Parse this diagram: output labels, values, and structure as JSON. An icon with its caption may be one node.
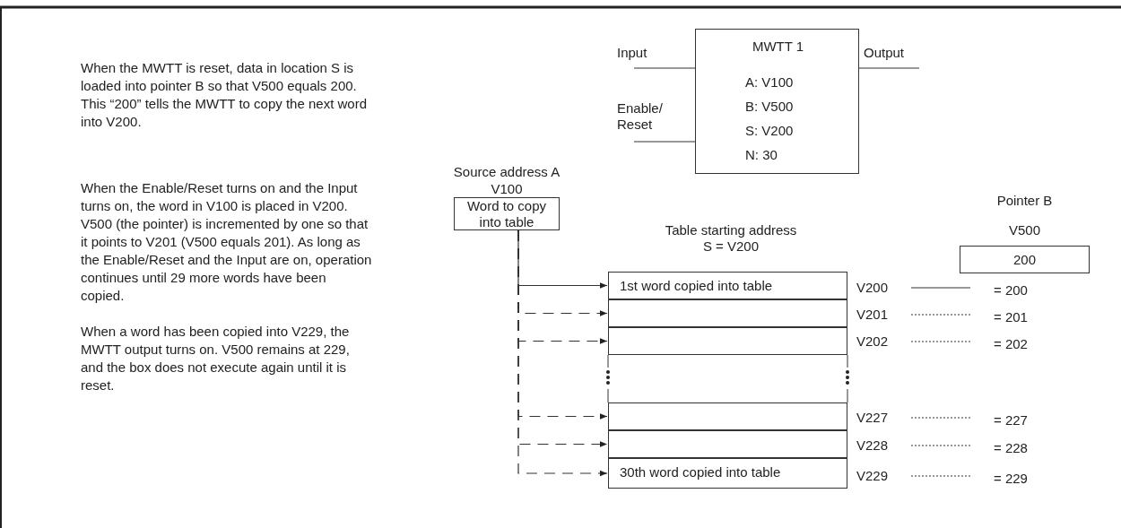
{
  "diagram": {
    "nodes": [
      {
        "text": [
          "MWTT 1",
          "A: V100",
          "B: V500",
          "S: V200",
          "N: 30"
        ]
      },
      {
        "text": [
          "Input"
        ]
      },
      {
        "text": [
          "Enable/ Reset"
        ]
      },
      {
        "text": [
          "Output"
        ]
      },
      {
        "text": [
          "Word to copy into table"
        ],
        "beside": [
          "Source address A",
          "V100"
        ]
      },
      {
        "text": [
          "200"
        ],
        "beside": [
          "Pointer B",
          "V500"
        ]
      },
      {
        "text": [
          "1st word copied into table"
        ]
      },
      {
        "text": [],
        "shape": "box"
      },
      {
        "text": [],
        "shape": "box"
      },
      {
        "text": [],
        "shape": "box"
      },
      {
        "text": [],
        "shape": "box"
      },
      {
        "text": [
          "30th word copied into table"
        ]
      }
    ],
    "edges": [
      {
        "from": 1,
        "to": 0,
        "arrow": "none"
      },
      {
        "from": 2,
        "to": 0,
        "arrow": "none"
      },
      {
        "from": 0,
        "to": 3,
        "arrow": "none"
      },
      {
        "from": 4,
        "to": 6,
        "arrow": "to"
      },
      {
        "from": 4,
        "to": 7,
        "arrow": "to",
        "style": "dashed"
      },
      {
        "from": 4,
        "to": 8,
        "arrow": "to",
        "style": "dashed"
      },
      {
        "from": 4,
        "to": 9,
        "arrow": "to",
        "style": "dashed"
      },
      {
        "from": 4,
        "to": 10,
        "arrow": "to",
        "style": "dashed"
      },
      {
        "from": 4,
        "to": 11,
        "arrow": "to",
        "style": "dashed"
      }
    ],
    "labels": [
      "When the MWTT is reset, data in location S is loaded into pointer B so that V500 equals 200. This “200” tells the MWTT to copy the next word into V200.",
      "When the Enable/Reset turns on and the Input turns on, the word in V100 is placed in V200. V500 (the pointer) is incremented by one so that it points to V201 (V500 equals 201). As long as the Enable/Reset and the Input are on, operation continues until 29 more words have been copied.",
      "When a word has been copied into V229, the MWTT output turns on. V500 remains at 229, and the box does not execute again until it is reset.",
      "Table starting address S = V200",
      "V200",
      "= 200",
      "V201",
      "= 201",
      "V202",
      "= 202",
      "V227",
      "= 227",
      "V228",
      "= 228",
      "V229",
      "= 229"
    ]
  }
}
